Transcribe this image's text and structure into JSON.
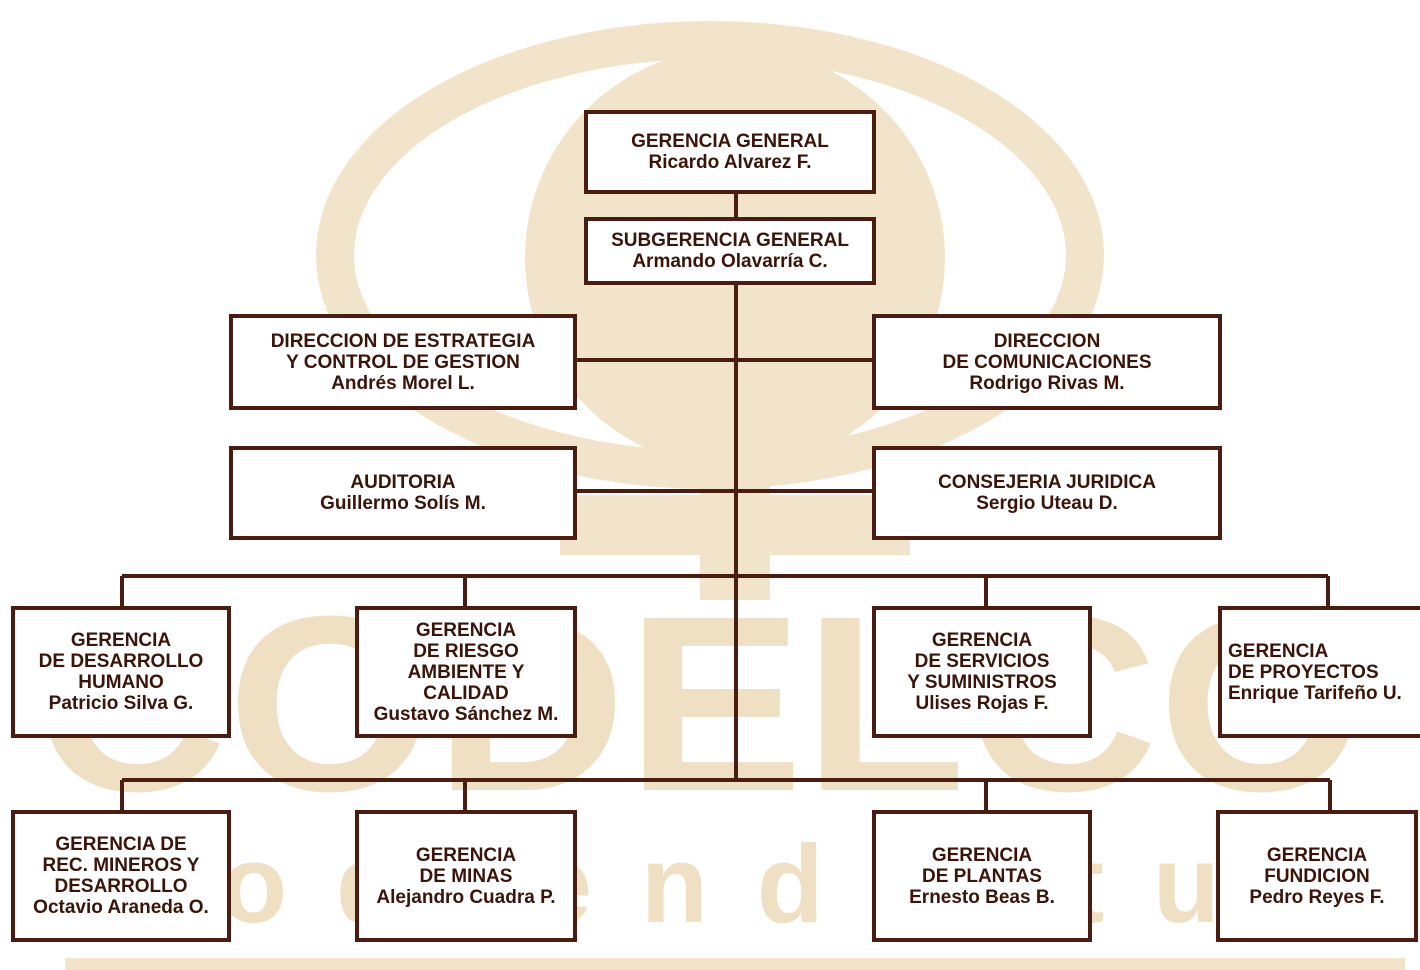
{
  "watermark": {
    "word": "CODELCO",
    "tagline": "odiendo tu",
    "color": "#efe0c4"
  },
  "colors": {
    "box_border": "#4a1d12",
    "text": "#3a1409",
    "line": "#4a1d12"
  },
  "boxes": {
    "gerencia_general": {
      "lines": [
        "GERENCIA GENERAL",
        "Ricardo Alvarez F."
      ]
    },
    "subgerencia_general": {
      "lines": [
        "SUBGERENCIA GENERAL",
        "Armando Olavarría C."
      ]
    },
    "direccion_estrategia": {
      "lines": [
        "DIRECCION DE ESTRATEGIA",
        "Y CONTROL DE GESTION",
        "Andrés Morel L."
      ]
    },
    "direccion_comunicaciones": {
      "lines": [
        "DIRECCION",
        "DE COMUNICACIONES",
        "Rodrigo Rivas M."
      ]
    },
    "auditoria": {
      "lines": [
        "AUDITORIA",
        "Guillermo Solís M."
      ]
    },
    "consejeria_juridica": {
      "lines": [
        "CONSEJERIA JURIDICA",
        "Sergio Uteau D."
      ]
    },
    "gerencia_desarrollo_humano": {
      "lines": [
        "GERENCIA",
        "DE DESARROLLO",
        "HUMANO",
        "Patricio Silva G."
      ]
    },
    "gerencia_riesgo": {
      "lines": [
        "GERENCIA",
        "DE RIESGO",
        "AMBIENTE Y",
        "CALIDAD",
        "Gustavo Sánchez M."
      ]
    },
    "gerencia_servicios": {
      "lines": [
        "GERENCIA",
        "DE SERVICIOS",
        "Y SUMINISTROS",
        "Ulises Rojas F."
      ]
    },
    "gerencia_proyectos": {
      "lines": [
        "GERENCIA",
        "DE PROYECTOS",
        "Enrique Tarifeño U."
      ]
    },
    "gerencia_rec_mineros": {
      "lines": [
        "GERENCIA DE",
        "REC. MINEROS Y",
        "DESARROLLO",
        "Octavio Araneda O."
      ]
    },
    "gerencia_minas": {
      "lines": [
        "GERENCIA",
        "DE MINAS",
        "Alejandro Cuadra P."
      ]
    },
    "gerencia_plantas": {
      "lines": [
        "GERENCIA",
        "DE PLANTAS",
        "Ernesto Beas B."
      ]
    },
    "gerencia_fundicion": {
      "lines": [
        "GERENCIA",
        "FUNDICION",
        "Pedro Reyes F."
      ]
    }
  }
}
